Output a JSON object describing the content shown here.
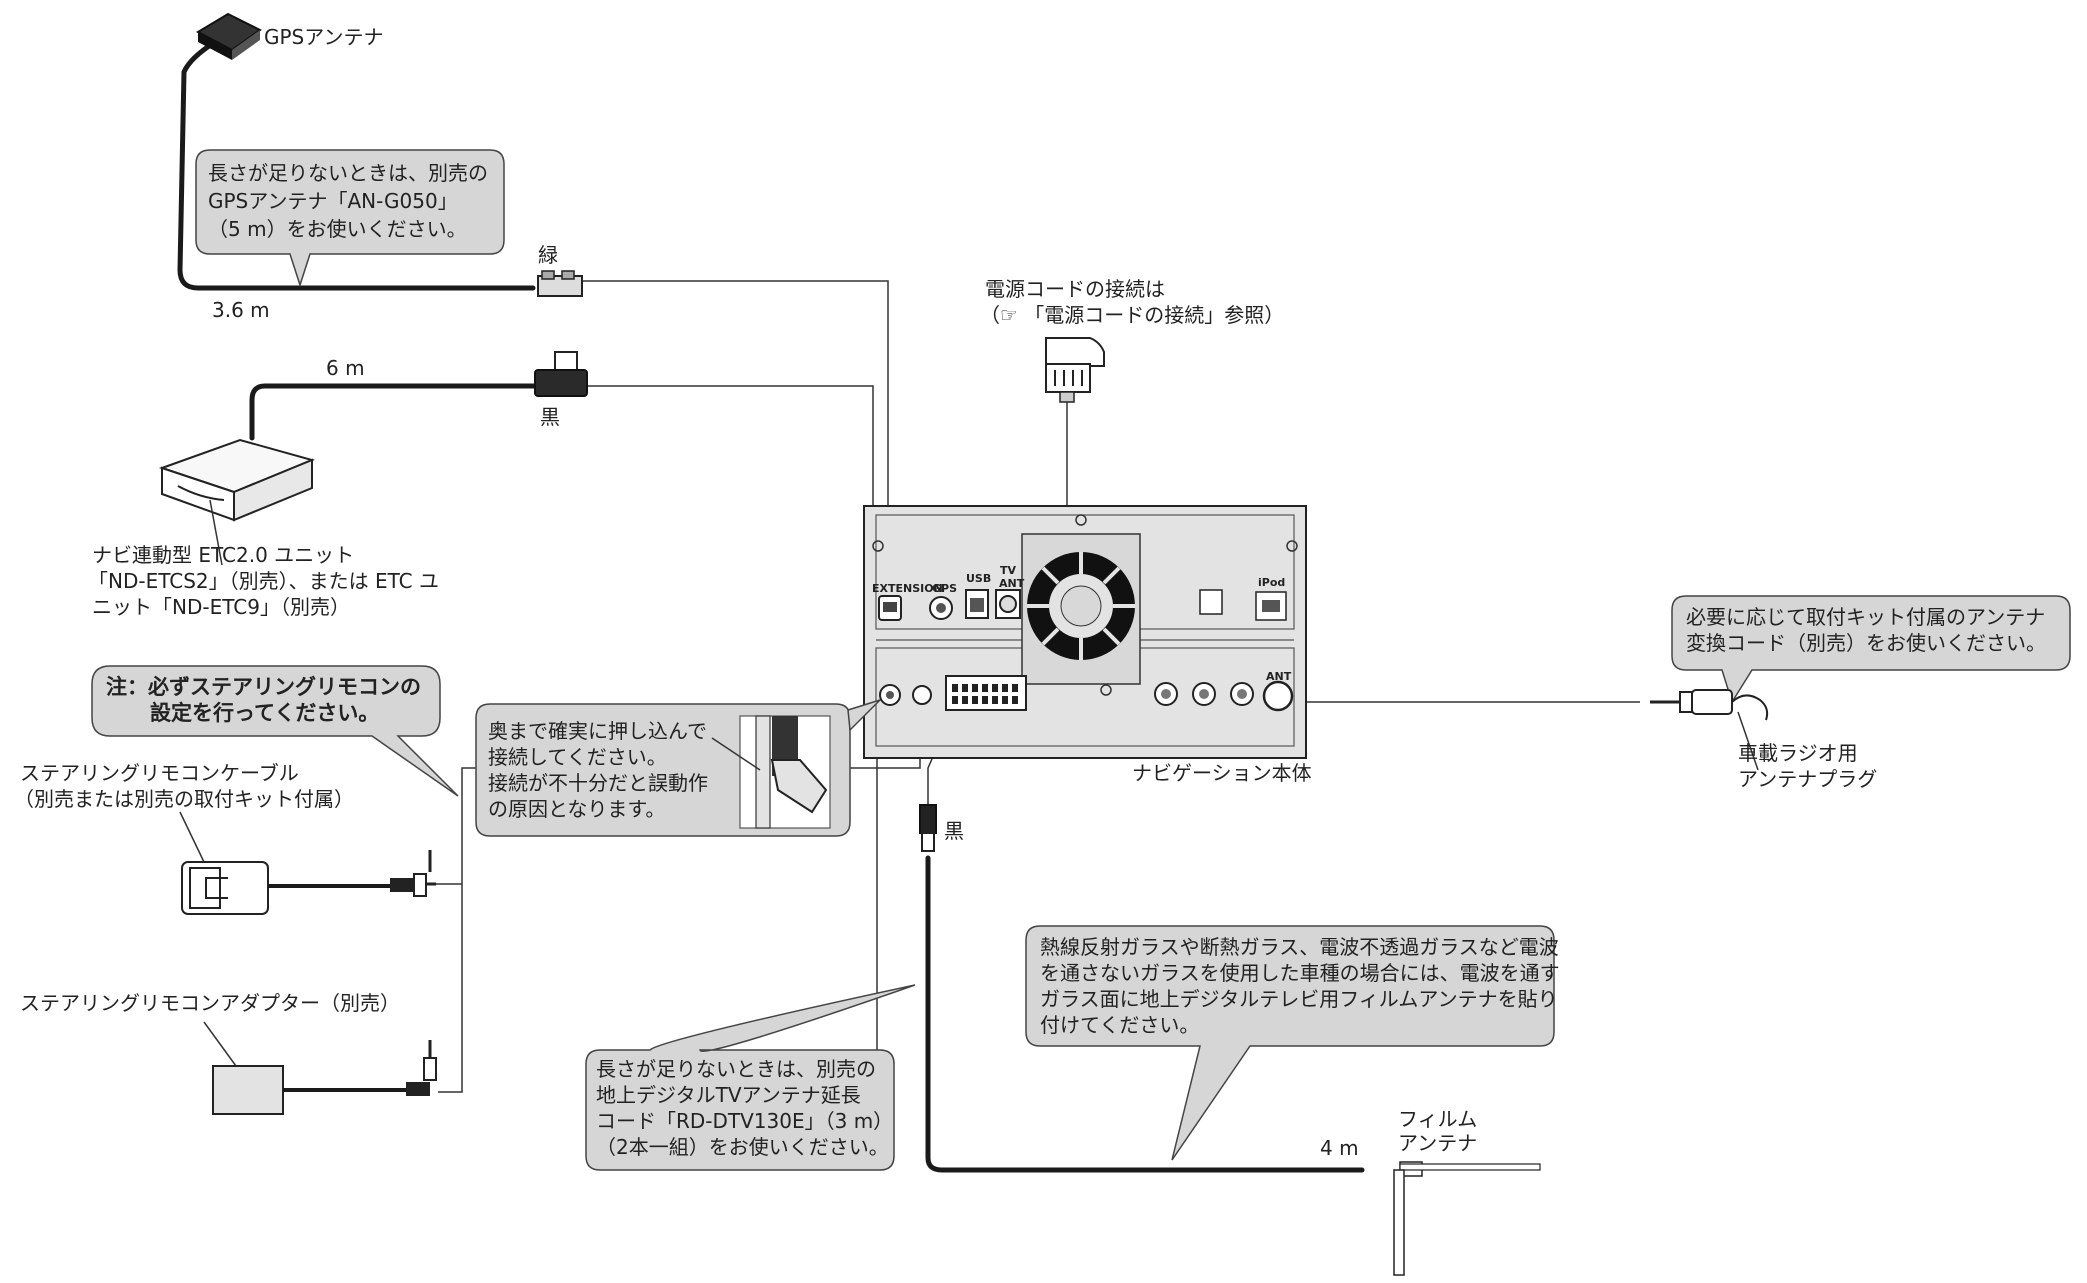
{
  "gps_antenna": {
    "label": "GPSアンテナ",
    "cable_length": "3.6 m",
    "connector_color": "緑",
    "note": [
      "長さが足りないときは、別売の",
      "GPSアンテナ「AN-G050」",
      "（5 m）をお使いください。"
    ]
  },
  "etc_unit": {
    "cable_length": "6 m",
    "connector_color": "黒",
    "label": [
      "ナビ連動型 ETC2.0 ユニット",
      "「ND-ETCS2」（別売）、または ETC ユ",
      "ニット「ND-ETC9」（別売）"
    ]
  },
  "power_cord": {
    "label": "電源コードの接続は",
    "reference": "（☞ 「電源コードの接続」参照）"
  },
  "steering_note": {
    "lines": [
      "注：必ずステアリングリモコンの",
      "設定を行ってください。"
    ]
  },
  "steering_cable": {
    "label": "ステアリングリモコンケーブル",
    "sublabel": "（別売または別売の取付キット付属）"
  },
  "steering_adapter": {
    "label": "ステアリングリモコンアダプター（別売）"
  },
  "insert_note": {
    "lines": [
      "奥まで確実に押し込んで",
      "接続してください。",
      "接続が不十分だと誤動作",
      "の原因となります。"
    ]
  },
  "nav_unit": {
    "label": "ナビゲーション本体",
    "port_labels": {
      "extension": "EXTENSION",
      "gps": "GPS",
      "usb": "USB",
      "tv_ant": [
        "TV",
        "ANT"
      ],
      "ipod": "iPod",
      "ant": "ANT"
    }
  },
  "radio_plug": {
    "label": [
      "車載ラジオ用",
      "アンテナプラグ"
    ],
    "note": [
      "必要に応じて取付キット付属のアンテナ",
      "変換コード（別売）をお使いください。"
    ]
  },
  "tv_antenna": {
    "connector_color": "黒",
    "cable_length": "4 m",
    "label": [
      "フィルム",
      "アンテナ"
    ],
    "extension_note": [
      "長さが足りないときは、別売の",
      "地上デジタルTVアンテナ延長",
      "コード「RD-DTV130E」（3 m）",
      "（2本一組）をお使いください。"
    ],
    "glass_note": [
      "熱線反射ガラスや断熱ガラス、電波不透過ガラスなど電波",
      "を通さないガラスを使用した車種の場合には、電波を通す",
      "ガラス面に地上デジタルテレビ用フィルムアンテナを貼り",
      "付けてください。"
    ]
  },
  "colors": {
    "callout_fill": "#d6d6d6",
    "callout_stroke": "#444444",
    "unit_fill": "#e3e3e3",
    "cable": "#1a1a1a"
  }
}
